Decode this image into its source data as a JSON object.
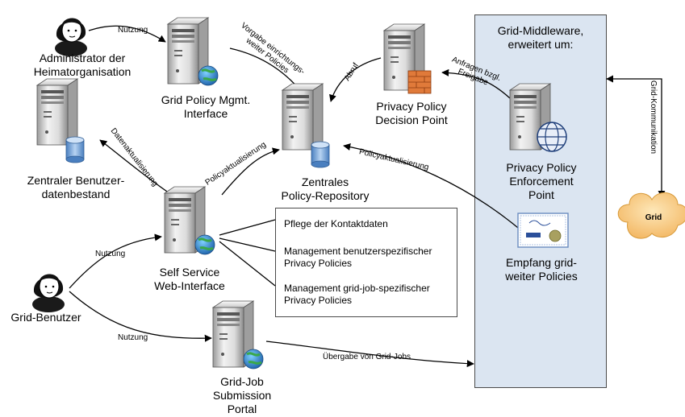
{
  "nodes": {
    "admin": "Administrator der\nHeimatorganisation",
    "policy_mgmt": "Grid Policy Mgmt.\nInterface",
    "repository": "Zentrales\nPolicy-Repository",
    "pdp": "Privacy Policy\nDecision Point",
    "user_db": "Zentraler Benutzer-\ndatenbestand",
    "self_service": "Self Service\nWeb-Interface",
    "grid_user": "Grid-Benutzer",
    "job_portal": "Grid-Job\nSubmission\nPortal",
    "middleware": "Grid-Middleware,\nerweitert um:",
    "pep": "Privacy Policy\nEnforcement\nPoint",
    "receive_policies": "Empfang grid-\nweiter Policies",
    "grid_cloud": "Grid"
  },
  "edges": {
    "nutzung_admin": "Nutzung",
    "vorgabe": "Vorgabe einrichtungs-\nweiter Policies",
    "abruf": "Abruf",
    "anfragen": "Anfragen bzgl.\nFreigabe",
    "datenaktualisierung": "Datenaktualisierung",
    "policyaktualisierung_self": "Policyaktualisierung",
    "policyaktualisierung_grid": "Policyaktualisierung",
    "nutzung_user_self": "Nutzung",
    "nutzung_user_portal": "Nutzung",
    "uebergabe": "Übergabe von Grid-Jobs",
    "grid_kommunikation": "Grid-Kommunikation"
  },
  "note": {
    "item1": "Pflege der Kontaktdaten",
    "item2": "Management benutzerspezifischer\nPrivacy Policies",
    "item3": "Management grid-job-spezifischer\nPrivacy Policies"
  },
  "colors": {
    "panel": "#dbe5f1",
    "server_light": "#e6e6e6",
    "server_dark": "#9a9a9a",
    "globe": "#2a8c3a",
    "database": "#7aa6d8",
    "cloud": "#f6c77a",
    "firewall": "#e07a3a"
  }
}
